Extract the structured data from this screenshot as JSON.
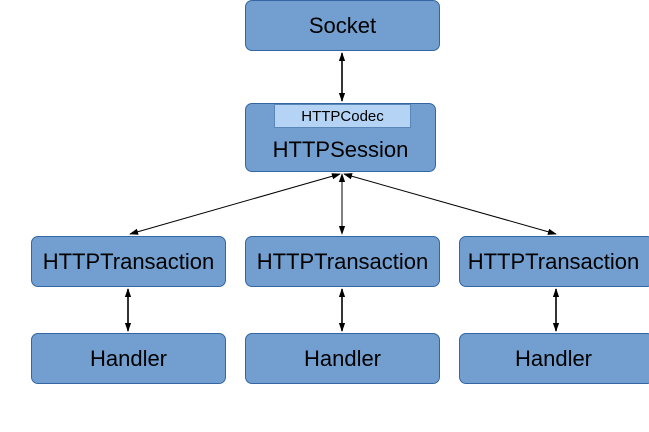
{
  "nodes": {
    "socket": "Socket",
    "codec": "HTTPCodec",
    "session": "HTTPSession",
    "transaction_1": "HTTPTransaction",
    "transaction_2": "HTTPTransaction",
    "transaction_3": "HTTPTransaction",
    "handler_1": "Handler",
    "handler_2": "Handler",
    "handler_3": "Handler"
  },
  "colors": {
    "box_fill": "#729fcf",
    "box_border": "#3465a4",
    "codec_fill": "#b4d3f5",
    "arrow": "#000000"
  },
  "edges": [
    {
      "from": "socket",
      "to": "session",
      "direction": "both"
    },
    {
      "from": "session",
      "to": "transaction_1",
      "direction": "both"
    },
    {
      "from": "session",
      "to": "transaction_2",
      "direction": "both"
    },
    {
      "from": "session",
      "to": "transaction_3",
      "direction": "both"
    },
    {
      "from": "transaction_1",
      "to": "handler_1",
      "direction": "both"
    },
    {
      "from": "transaction_2",
      "to": "handler_2",
      "direction": "both"
    },
    {
      "from": "transaction_3",
      "to": "handler_3",
      "direction": "both"
    }
  ]
}
